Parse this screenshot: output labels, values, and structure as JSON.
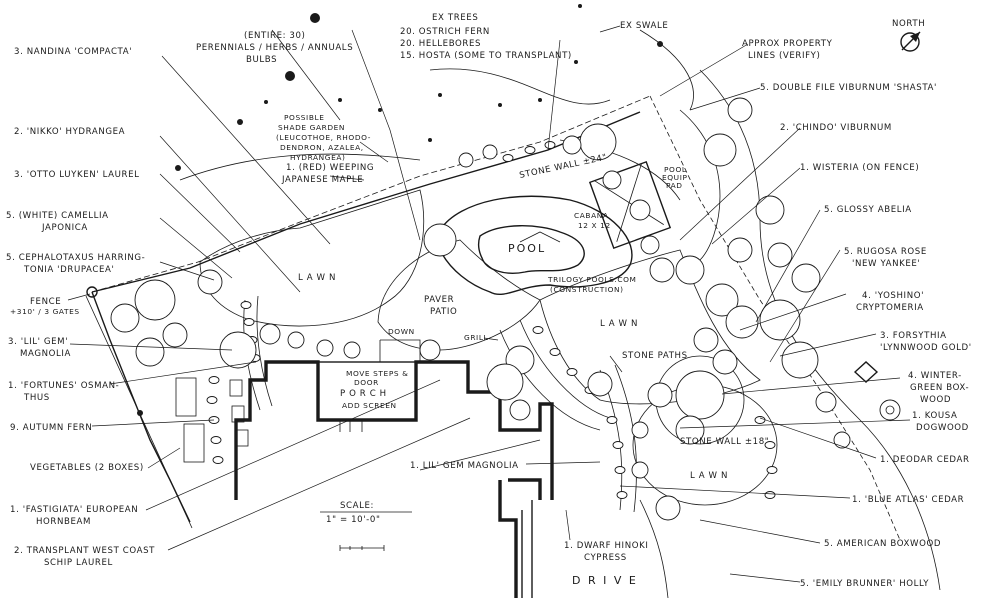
{
  "labels": {
    "nandina": "3. NANDINA 'COMPACTA'",
    "nikko": "2. 'NIKKO' HYDRANGEA",
    "otto_luyken": "3. 'OTTO LUYKEN' LAUREL",
    "camellia_1": "5. (WHITE) CAMELLIA",
    "camellia_2": "JAPONICA",
    "cephalotaxus_1": "5. CEPHALOTAXUS HARRING-",
    "cephalotaxus_2": "TONIA 'DRUPACEA'",
    "fence_1": "FENCE",
    "fence_2": "+310' / 3 GATES",
    "lil_gem_left_1": "3. 'LIL' GEM'",
    "lil_gem_left_2": "MAGNOLIA",
    "osmanthus_1": "1. 'FORTUNES' OSMAN-",
    "osmanthus_2": "THUS",
    "autumn_fern": "9. AUTUMN FERN",
    "vegetables": "VEGETABLES (2 BOXES)",
    "hornbeam_1": "1. 'FASTIGIATA' EUROPEAN",
    "hornbeam_2": "HORNBEAM",
    "transplant_1": "2. TRANSPLANT WEST COAST",
    "transplant_2": "SCHIP LAUREL",
    "entire": "(ENTIRE: 30)",
    "perennials": "PERENNIALS / HERBS / ANNUALS",
    "bulbs": "BULBS",
    "shade_1": "POSSIBLE",
    "shade_2": "SHADE GARDEN",
    "shade_3": "(LEUCOTHOE, RHODO-",
    "shade_4": "DENDRON, AZALEA,",
    "shade_5": "HYDRANGEA)",
    "maple_1": "1. (RED) WEEPING",
    "maple_2": "JAPANESE MAPLE",
    "ex_trees": "EX TREES",
    "ostrich": "20. OSTRICH FERN",
    "hellebores": "20. HELLEBORES",
    "hosta": "15. HOSTA (SOME TO TRANSPLANT)",
    "ex_swale": "EX SWALE",
    "north": "NORTH",
    "property_1": "APPROX PROPERTY",
    "property_2": "LINES (VERIFY)",
    "double_file": "5. DOUBLE FILE VIBURNUM 'SHASTA'",
    "chindo": "2. 'CHINDO' VIBURNUM",
    "wisteria": "1. WISTERIA (ON FENCE)",
    "pool_equip_1": "POOL",
    "pool_equip_2": "EQUIP",
    "pool_equip_3": "PAD",
    "glossy": "5. GLOSSY ABELIA",
    "rugosa_1": "5. RUGOSA ROSE",
    "rugosa_2": "'NEW YANKEE'",
    "yoshino_1": "4. 'YOSHINO'",
    "yoshino_2": "CRYPTOMERIA",
    "forsythia_1": "3. FORSYTHIA",
    "forsythia_2": "'LYNNWOOD GOLD'",
    "wintergreen_1": "4. WINTER-",
    "wintergreen_2": "GREEN BOX-",
    "wintergreen_3": "WOOD",
    "kousa_1": "1. KOUSA",
    "kousa_2": "DOGWOOD",
    "deodar": "1. DEODAR CEDAR",
    "blue_atlas": "1. 'BLUE ATLAS' CEDAR",
    "american_boxwood": "5. AMERICAN BOXWOOD",
    "emily_brunner": "5. 'EMILY BRUNNER' HOLLY",
    "dwarf_hinoki_1": "1. DWARF HINOKI",
    "dwarf_hinoki_2": "CYPRESS",
    "lil_gem_mid": "1. LIL' GEM MAGNOLIA",
    "stone_paths": "STONE PATHS",
    "stone_wall_24": "STONE WALL ±24\"",
    "stone_wall_18": "STONE WALL ±18\"",
    "cabana_1": "CABANA",
    "cabana_2": "12 X 12",
    "pool": "POOL",
    "trilogy_1": "TRILOGY POOLS.COM",
    "trilogy_2": "(CONSTRUCTION)",
    "lawn_left": "L A W N",
    "lawn_center": "L A W N",
    "lawn_right": "L A W N",
    "paver_1": "PAVER",
    "paver_2": "PATIO",
    "grill": "GRILL",
    "down": "DOWN",
    "porch_note_1": "MOVE STEPS &",
    "porch_note_2": "DOOR",
    "porch_1": "P O R C H",
    "porch_2": "ADD SCREEN",
    "scale_1": "SCALE:",
    "scale_2": "1\" = 10'-0\"",
    "drive": "D R I V E"
  }
}
